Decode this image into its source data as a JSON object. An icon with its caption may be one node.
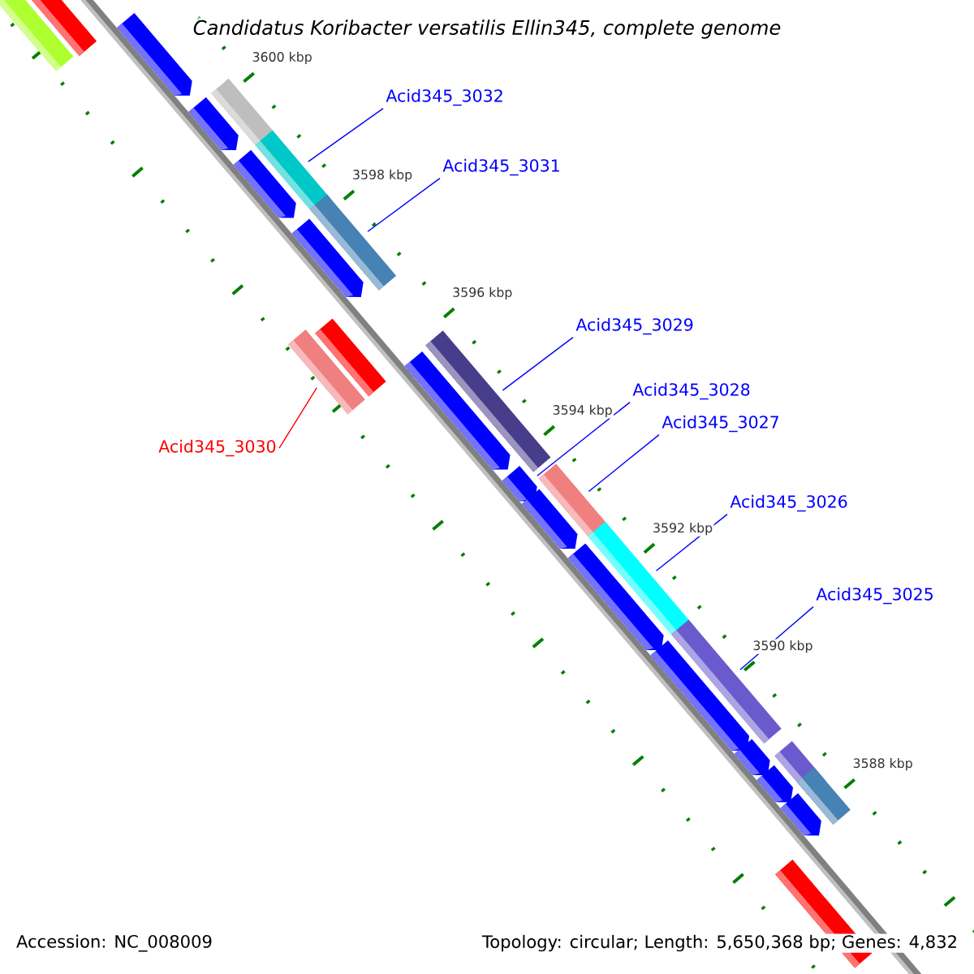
{
  "diagram": {
    "title": "Candidatus Koribacter versatilis Ellin345, complete genome",
    "nodes": [
      {
        "text": [
          "Acid345_3032"
        ]
      },
      {
        "text": [
          "Acid345_3031"
        ]
      },
      {
        "text": [
          "Acid345_3029"
        ]
      },
      {
        "text": [
          "Acid345_3028"
        ]
      },
      {
        "text": [
          "Acid345_3027"
        ]
      },
      {
        "text": [
          "Acid345_3030"
        ]
      },
      {
        "text": [
          "Acid345_3026"
        ]
      },
      {
        "text": [
          "Acid345_3025"
        ]
      },
      {
        "text": [],
        "shape": "bar"
      },
      {
        "text": [],
        "shape": "bar"
      },
      {
        "text": [],
        "shape": "arrow"
      },
      {
        "text": [],
        "shape": "bar"
      },
      {
        "text": [],
        "shape": "arrow"
      },
      {
        "text": [],
        "shape": "bar"
      },
      {
        "text": [],
        "shape": "arrow"
      },
      {
        "text": [],
        "shape": "bar"
      },
      {
        "text": [],
        "shape": "arrow"
      },
      {
        "text": [],
        "shape": "bar"
      },
      {
        "text": [],
        "shape": "bar"
      },
      {
        "text": [],
        "shape": "bar"
      },
      {
        "text": [],
        "shape": "arrow"
      },
      {
        "text": [],
        "shape": "arrow"
      },
      {
        "text": [],
        "shape": "bar"
      },
      {
        "text": [],
        "shape": "arrow"
      },
      {
        "text": [],
        "shape": "bar"
      },
      {
        "text": [],
        "shape": "arrow"
      },
      {
        "text": [],
        "shape": "bar"
      },
      {
        "text": [],
        "shape": "arrow"
      },
      {
        "text": [],
        "shape": "arrow"
      },
      {
        "text": [],
        "shape": "bar"
      },
      {
        "text": [],
        "shape": "arrow"
      },
      {
        "text": [],
        "shape": "bar"
      },
      {
        "text": [],
        "shape": "arrow"
      },
      {
        "text": [],
        "shape": "bar"
      }
    ],
    "edges": [
      {
        "from": 0,
        "to": 13,
        "arrow": "none"
      },
      {
        "from": 1,
        "to": 15,
        "arrow": "none"
      },
      {
        "from": 2,
        "to": 19,
        "arrow": "none"
      },
      {
        "from": 3,
        "to": 21,
        "arrow": "none"
      },
      {
        "from": 4,
        "to": 22,
        "arrow": "none"
      },
      {
        "from": 5,
        "to": 18,
        "arrow": "none",
        "color": "#ff0000"
      },
      {
        "from": 6,
        "to": 24,
        "arrow": "none"
      },
      {
        "from": 7,
        "to": 26,
        "arrow": "none"
      }
    ],
    "labels": [
      "3600 kbp",
      "3598 kbp",
      "3596 kbp",
      "3594 kbp",
      "3592 kbp",
      "3590 kbp",
      "3588 kbp",
      "Accession: NC_008009",
      "Topology: circular; Length: 5,650,368 bp; Genes: 4,832"
    ]
  }
}
